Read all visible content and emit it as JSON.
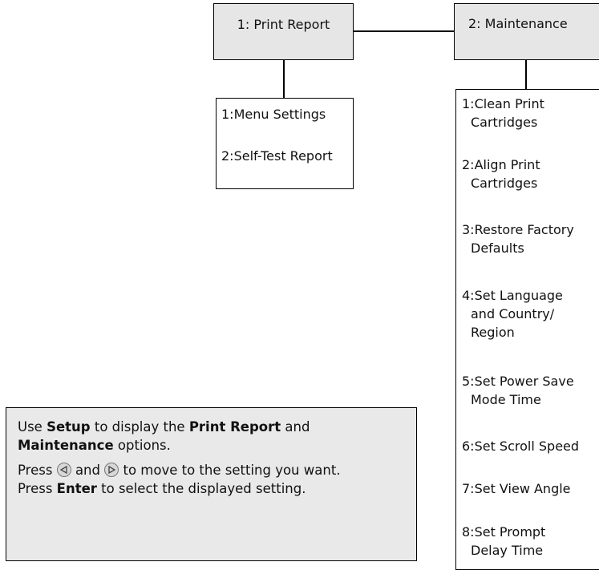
{
  "print_report": {
    "title": "1: Print Report",
    "items": [
      "1:Menu Settings",
      "2:Self-Test Report"
    ]
  },
  "maintenance": {
    "title": "2: Maintenance",
    "items": [
      [
        "1:Clean Print",
        "Cartridges"
      ],
      [
        "2:Align Print",
        "Cartridges"
      ],
      [
        "3:Restore Factory",
        "Defaults"
      ],
      [
        "4:Set Language",
        "and Country/",
        "Region"
      ],
      [
        "5:Set Power Save",
        "Mode Time"
      ],
      [
        "6:Set Scroll Speed"
      ],
      [
        "7:Set View Angle"
      ],
      [
        "8:Set Prompt",
        "Delay Time"
      ]
    ]
  },
  "info": {
    "l1_pre": "Use ",
    "l1_b1": "Setup",
    "l1_mid": " to display the ",
    "l1_b2": "Print Report",
    "l1_and": " and",
    "l2_b": "Maintenance",
    "l2_post": " options.",
    "l3_pre": "Press",
    "l3_and": "and",
    "l3_post": "to move to the setting you want.",
    "l4_pre": "Press ",
    "l4_b": "Enter",
    "l4_post": " to select the displayed setting."
  },
  "icons": {
    "left": "left-arrow-icon",
    "right": "right-arrow-icon"
  }
}
